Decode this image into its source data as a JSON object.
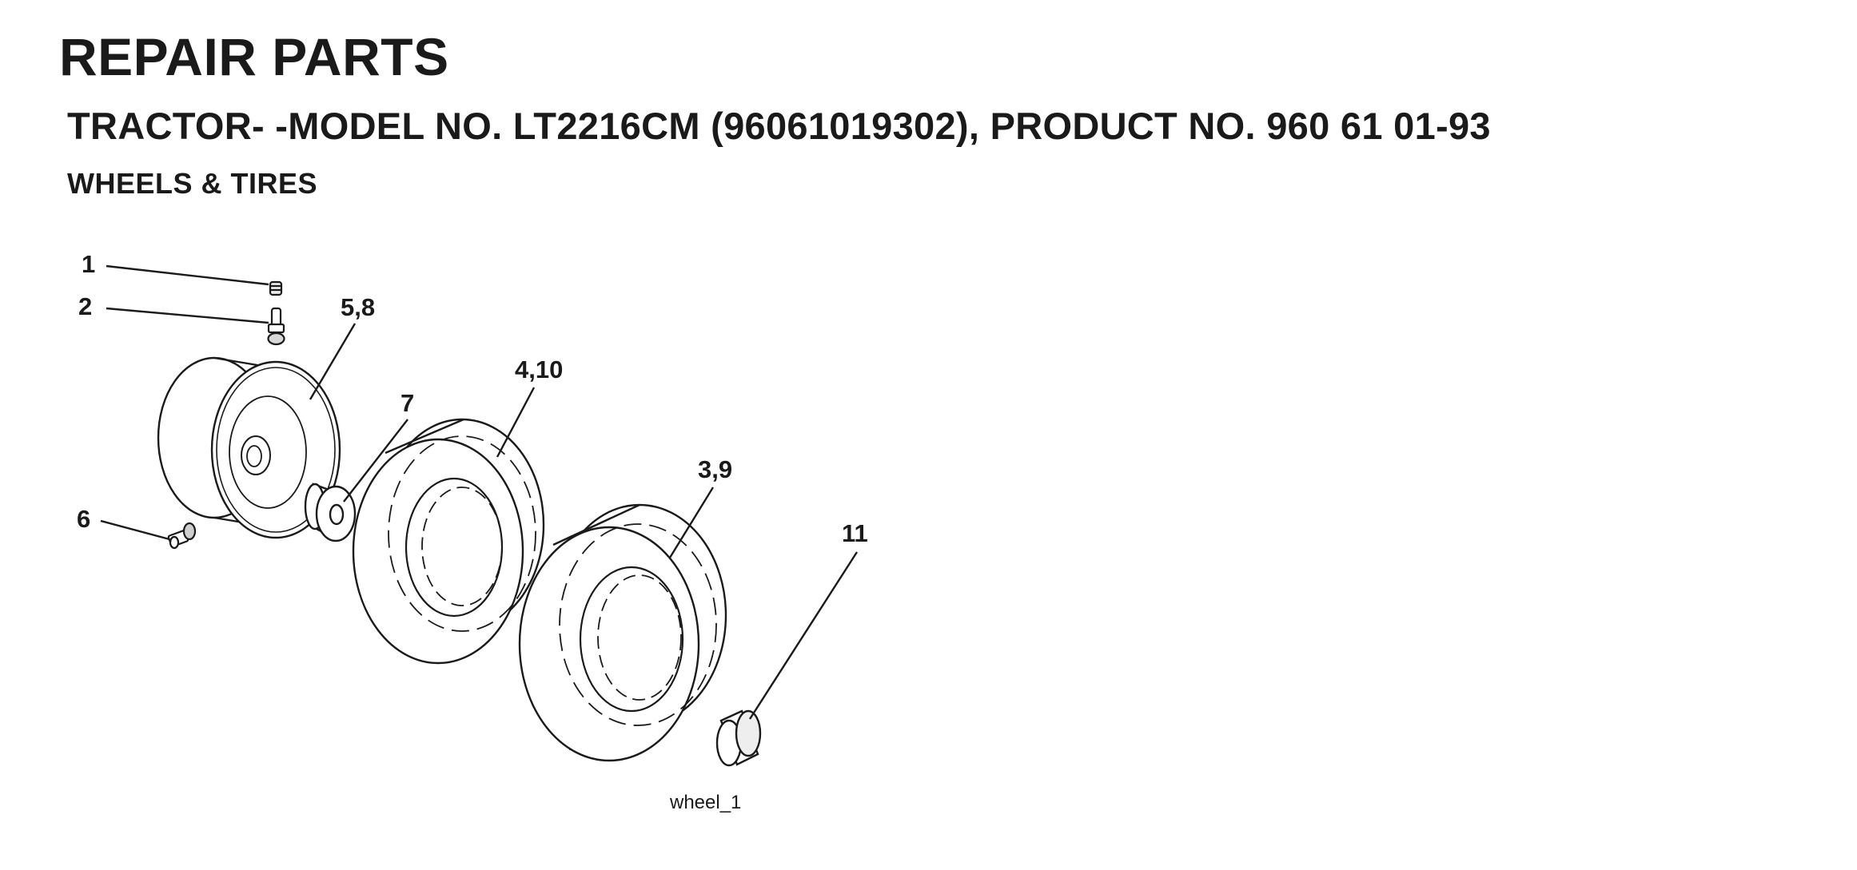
{
  "header": {
    "title": "REPAIR PARTS",
    "subtitle": "TRACTOR- -MODEL NO. LT2216CM (96061019302), PRODUCT NO. 960 61 01-93",
    "section": "WHEELS & TIRES"
  },
  "diagram": {
    "callouts": [
      {
        "id": "c1",
        "label": "1"
      },
      {
        "id": "c2",
        "label": "2"
      },
      {
        "id": "c58",
        "label": "5,8"
      },
      {
        "id": "c410",
        "label": "4,10"
      },
      {
        "id": "c7",
        "label": "7"
      },
      {
        "id": "c39",
        "label": "3,9"
      },
      {
        "id": "c6",
        "label": "6"
      },
      {
        "id": "c11",
        "label": "11"
      }
    ],
    "figure_label": "wheel_1"
  },
  "colors": {
    "ink": "#1a1a1a",
    "background": "#ffffff"
  }
}
